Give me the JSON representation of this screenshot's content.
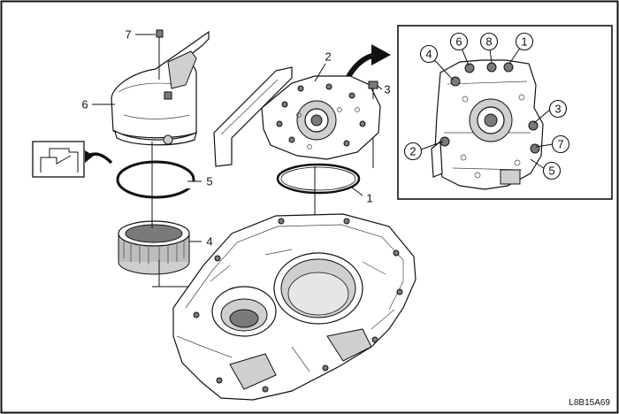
{
  "figure_code": "L8B15A69",
  "main_callouts": [
    {
      "id": "main-callout-7",
      "label": "7"
    },
    {
      "id": "main-callout-6",
      "label": "6"
    },
    {
      "id": "main-callout-2",
      "label": "2"
    },
    {
      "id": "main-callout-3",
      "label": "3"
    },
    {
      "id": "main-callout-5",
      "label": "5"
    },
    {
      "id": "main-callout-1",
      "label": "1"
    },
    {
      "id": "main-callout-4",
      "label": "4"
    }
  ],
  "detail_callouts": [
    {
      "id": "detail-callout-4",
      "label": "4"
    },
    {
      "id": "detail-callout-6",
      "label": "6"
    },
    {
      "id": "detail-callout-8",
      "label": "8"
    },
    {
      "id": "detail-callout-1",
      "label": "1"
    },
    {
      "id": "detail-callout-3",
      "label": "3"
    },
    {
      "id": "detail-callout-2",
      "label": "2"
    },
    {
      "id": "detail-callout-7",
      "label": "7"
    },
    {
      "id": "detail-callout-5",
      "label": "5"
    }
  ],
  "colors": {
    "line": "#111111",
    "shade": "#cfcfcf",
    "dark": "#7a7a7a",
    "background": "#ffffff"
  }
}
